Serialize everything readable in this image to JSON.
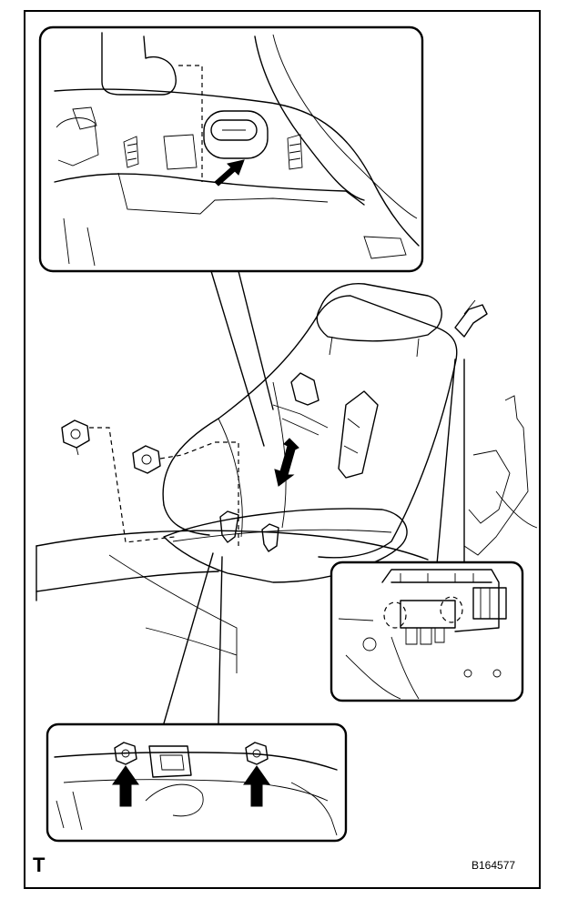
{
  "figure": {
    "corner_mark": "T",
    "figure_code": "B164577"
  },
  "callouts": [
    {
      "name": "top-detail",
      "depicts": "seat-back-cover-hole"
    },
    {
      "name": "right-detail",
      "depicts": "connector-clips"
    },
    {
      "name": "bottom-detail",
      "depicts": "bolt-locations"
    }
  ],
  "colors": {
    "line": "#000000",
    "background": "#ffffff"
  }
}
